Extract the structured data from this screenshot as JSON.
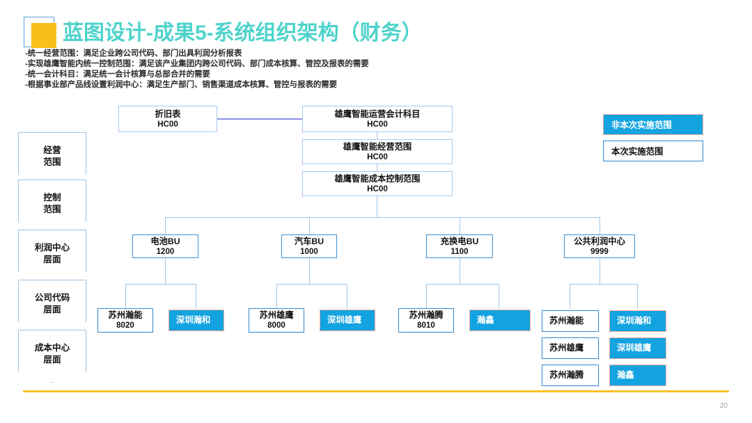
{
  "header": {
    "title": "蓝图设计-成果5-系统组织架构（财务）",
    "title_color": "#4ed3cb",
    "logo_color": "#f8bf1c",
    "bullets": [
      "-统一经营范围：满足企业跨公司代码、部门出具利润分析报表",
      "-实现雄鹰智能内统一控制范围：满足该产业集团内跨公司代码、部门成本核算、管控及报表的需要",
      "-统一会计科目：满足统一会计核算与总部合并的需要",
      "-根据事业部产品线设置利润中心：满足生产部门、销售渠道成本核算、管控与报表的需要"
    ]
  },
  "rail": {
    "items": [
      {
        "line1": "经营",
        "line2": "范围"
      },
      {
        "line1": "控制",
        "line2": "范围"
      },
      {
        "line1": "利润中心",
        "line2": "层面"
      },
      {
        "line1": "公司代码",
        "line2": "层面"
      },
      {
        "line1": "成本中心",
        "line2": "层面"
      }
    ]
  },
  "legend": {
    "excluded": "非本次实施范围",
    "included": "本次实施范围",
    "excluded_fill": "#12a3e0",
    "excluded_border": "#f3ab9b",
    "included_fill": "#ffffff",
    "included_border": "#2f86cd"
  },
  "chart_data": {
    "type": "diagram",
    "title": "系统组织架构（财务）",
    "nodes": {
      "depreciation": {
        "line1": "折旧表",
        "line2": "HC00"
      },
      "coa": {
        "line1": "雄鹰智能运营会计科目",
        "line2": "HC00"
      },
      "operating_scope": {
        "line1": "雄鹰智能经营范围",
        "line2": "HC00"
      },
      "cost_scope": {
        "line1": "雄鹰智能成本控制范围",
        "line2": "HC00"
      }
    },
    "profit_centers": [
      {
        "line1": "电池BU",
        "line2": "1200"
      },
      {
        "line1": "汽车BU",
        "line2": "1000"
      },
      {
        "line1": "充换电BU",
        "line2": "1100"
      },
      {
        "line1": "公共利润中心",
        "line2": "9999"
      }
    ],
    "company_codes": {
      "battery": [
        {
          "line1": "苏州瀚能",
          "line2": "8020",
          "highlight": false
        },
        {
          "line1": "深圳瀚和",
          "line2": "",
          "highlight": true
        }
      ],
      "auto": [
        {
          "line1": "苏州雄鹰",
          "line2": "8000",
          "highlight": false
        },
        {
          "line1": "深圳雄鹰",
          "line2": "",
          "highlight": true
        }
      ],
      "charging": [
        {
          "line1": "苏州瀚腾",
          "line2": "8010",
          "highlight": false
        },
        {
          "line1": "瀚鑫",
          "line2": "",
          "highlight": true
        }
      ],
      "public_left": [
        {
          "line1": "苏州瀚能",
          "highlight": false
        },
        {
          "line1": "苏州雄鹰",
          "highlight": false
        },
        {
          "line1": "苏州瀚腾",
          "highlight": false
        }
      ],
      "public_right": [
        {
          "line1": "深圳瀚和",
          "highlight": true
        },
        {
          "line1": "深圳雄鹰",
          "highlight": true
        },
        {
          "line1": "瀚鑫",
          "highlight": true
        }
      ]
    }
  },
  "footer": {
    "page_number": "20",
    "rule_color": "#f9c228"
  }
}
